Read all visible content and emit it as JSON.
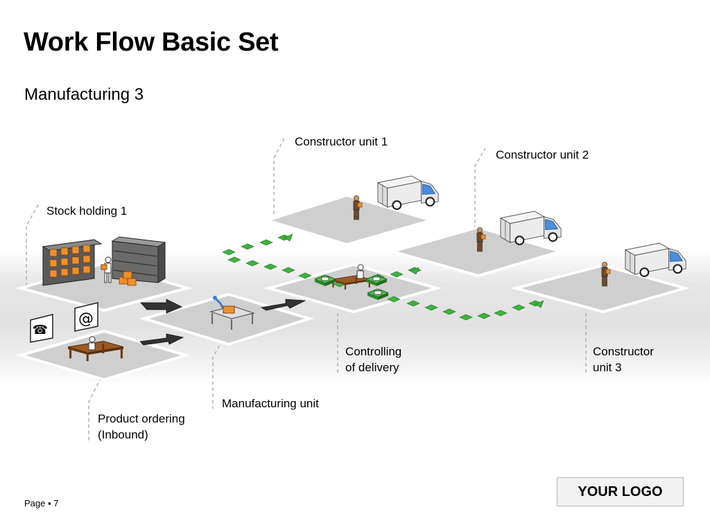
{
  "title": "Work Flow Basic Set",
  "subtitle": "Manufacturing 3",
  "labels": {
    "constructor_unit_1": "Constructor unit 1",
    "constructor_unit_2": "Constructor unit 2",
    "stock_holding_1": "Stock holding 1",
    "controlling_line1": "Controlling",
    "controlling_line2": "of delivery",
    "constructor_unit_3_line1": "Constructor",
    "constructor_unit_3_line2": "unit 3",
    "manufacturing_unit": "Manufacturing unit",
    "product_ordering_line1": "Product ordering",
    "product_ordering_line2": "(Inbound)"
  },
  "icons": {
    "email_symbol": "@"
  },
  "footer": {
    "page_text": "Page ▪ 7"
  },
  "logo": {
    "text": "YOUR LOGO"
  },
  "colors": {
    "platform_top": "#d0d0d0",
    "platform_edge": "#ffffff",
    "flow_arrow_green": "#3cb43c",
    "box_orange": "#f0902a",
    "dark_arrow": "#333333"
  }
}
